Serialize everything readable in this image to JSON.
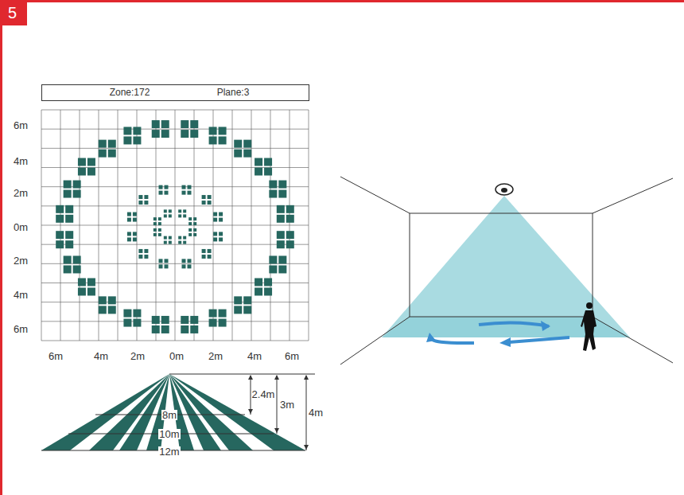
{
  "diagram": {
    "nodes": [
      {
        "text": [
          "5"
        ]
      },
      {
        "text": [
          "Zone:172",
          "Plane:3"
        ]
      }
    ],
    "labels": [
      "6m",
      "4m",
      "2m",
      "0m",
      "2m",
      "4m",
      "6m",
      "6m",
      "4m",
      "2m",
      "0m",
      "2m",
      "4m",
      "6m",
      "2.4m",
      "3m",
      "4m",
      "8m",
      "10m",
      "12m"
    ]
  }
}
